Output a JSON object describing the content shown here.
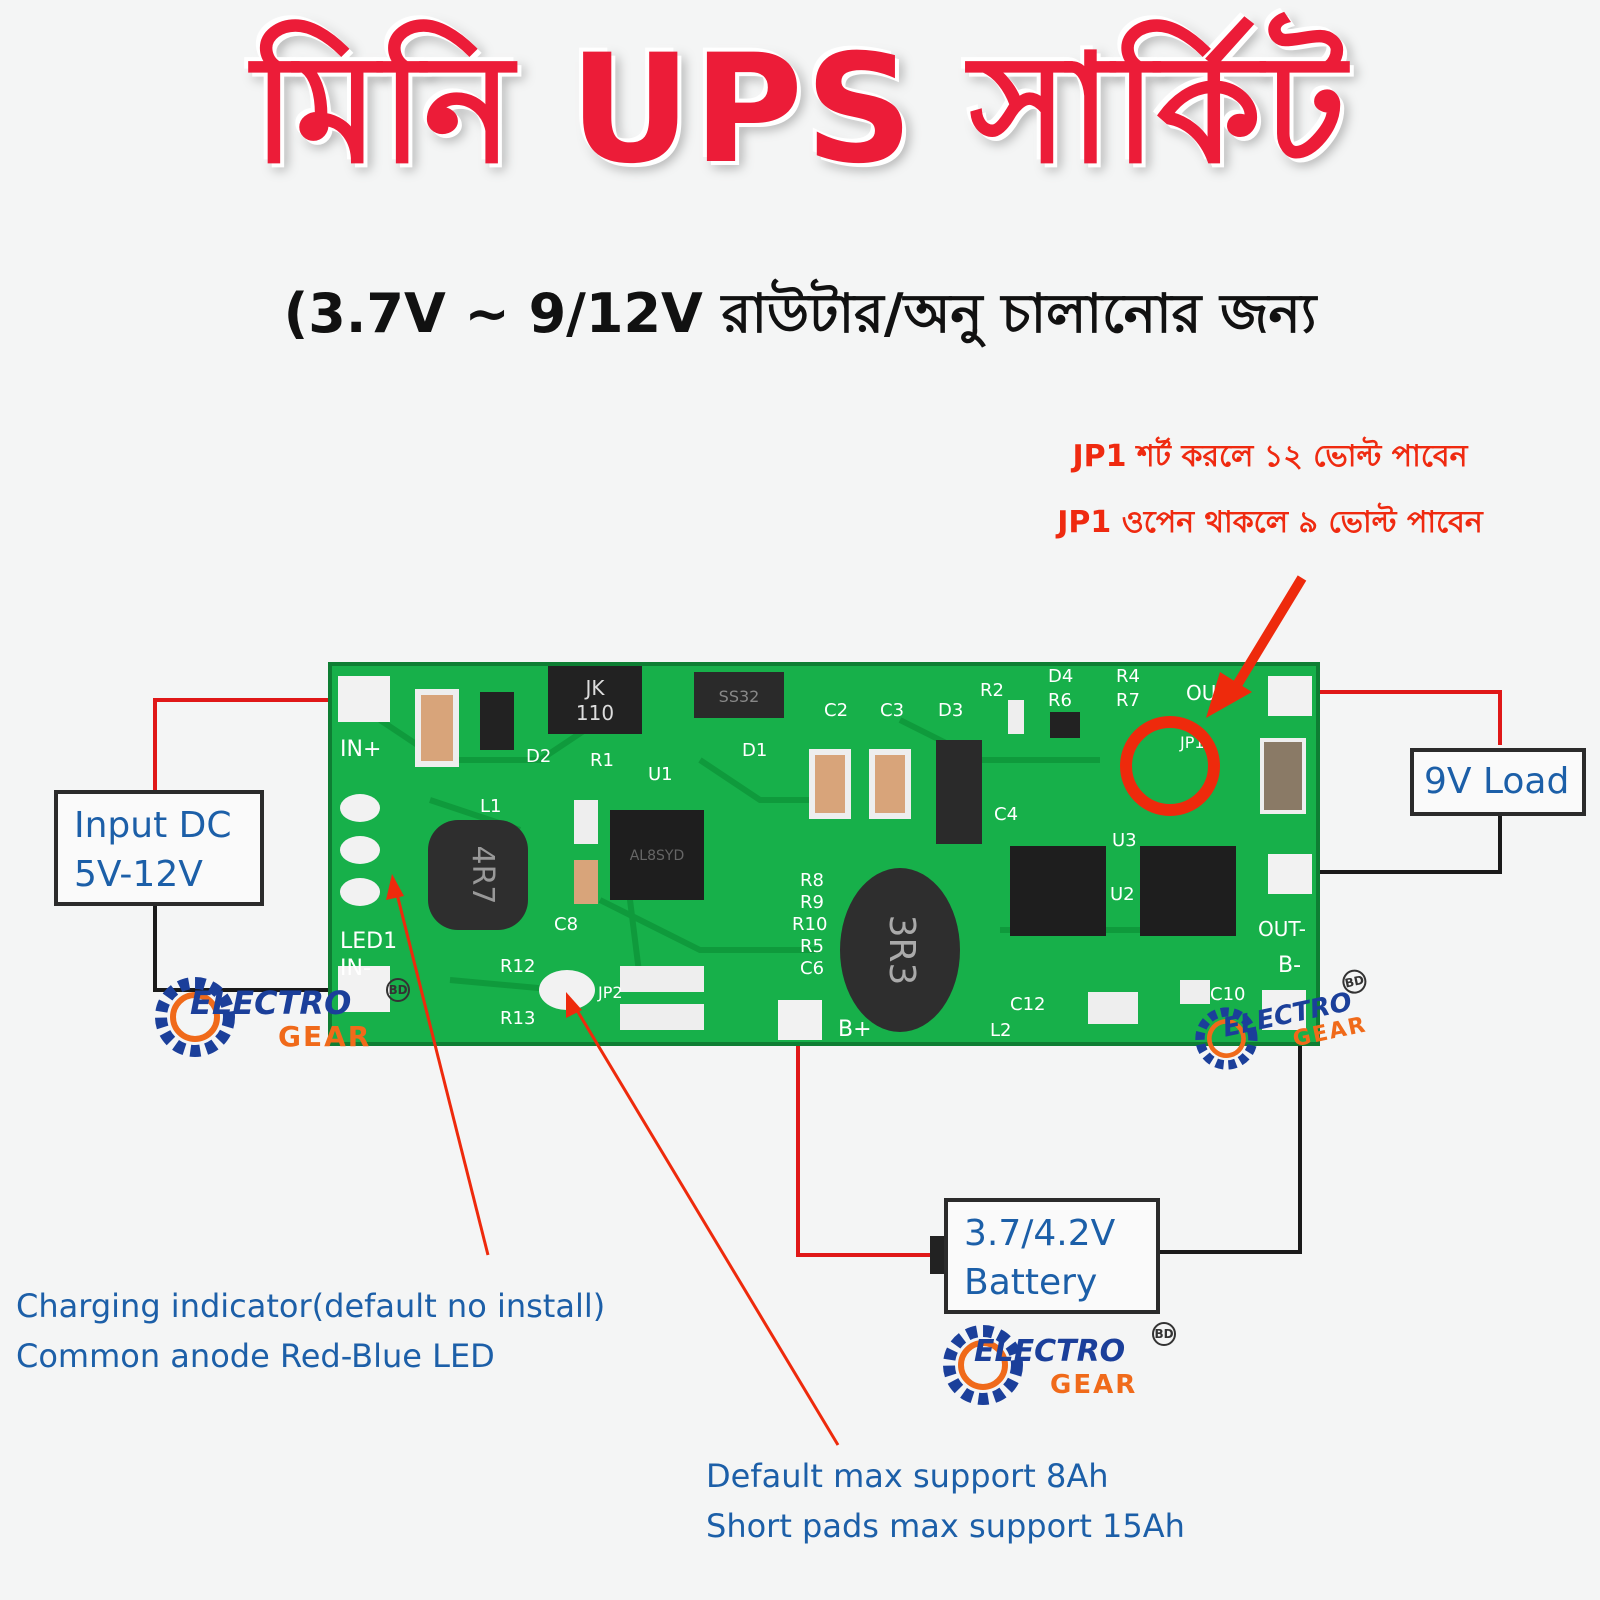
{
  "header": {
    "title": "মিনি UPS সার্কিট",
    "subtitle": "(3.7V ~ 9/12V রাউটার/অনু চালানোর জন্য"
  },
  "jumper_notes": {
    "line1": "JP1 শর্ট করলে ১২ ভোল্ট পাবেন",
    "line2": "JP1 ওপেন থাকলে ৯ ভোল্ট পাবেন"
  },
  "boxes": {
    "input": {
      "line1": "Input DC",
      "line2": "5V-12V"
    },
    "load": {
      "label": "9V Load"
    },
    "battery": {
      "line1": "3.7/4.2V",
      "line2": "Battery"
    }
  },
  "captions": {
    "led": {
      "line1": "Charging indicator(default no install)",
      "line2": "Common anode Red-Blue LED"
    },
    "pads": {
      "line1": "Default max support 8Ah",
      "line2": "Short pads max support 15Ah"
    }
  },
  "pcb_labels": {
    "in_plus": "IN+",
    "in_minus": "IN-",
    "led1": "LED1",
    "out_plus": "OUT",
    "out_minus": "OUT-",
    "b_plus": "B+",
    "b_minus": "B-",
    "jp1": "JP1",
    "jp2": "JP2",
    "d1": "D1",
    "d2": "D2",
    "d3": "D3",
    "d4": "D4",
    "r1": "R1",
    "r2": "R2",
    "r4": "R4",
    "r6": "R6",
    "r7": "R7",
    "r8": "R8",
    "r9": "R9",
    "r10": "R10",
    "r5": "R5",
    "r12": "R12",
    "r13": "R13",
    "c2": "C2",
    "c3": "C3",
    "c4": "C4",
    "c6": "C6",
    "c8": "C8",
    "c10": "C10",
    "c12": "C12",
    "l1": "L1",
    "l2": "L2",
    "u1": "U1",
    "u2": "U2",
    "u3": "U3",
    "diode_jk": "JK",
    "diode_110": "110",
    "diode_ss": "SS32",
    "inductor1": "4R7",
    "inductor2": "3R3",
    "ic1": "AL8SYD"
  },
  "watermark": {
    "brand": "ELECTRO",
    "sub": "GEAR",
    "badge": "BD"
  },
  "colors": {
    "title": "#ec1c38",
    "note": "#ef2a10",
    "pcb": "#17b04a",
    "wire_positive": "#e01818",
    "wire_negative": "#1a1a1a",
    "box_text": "#1c5fa8"
  }
}
